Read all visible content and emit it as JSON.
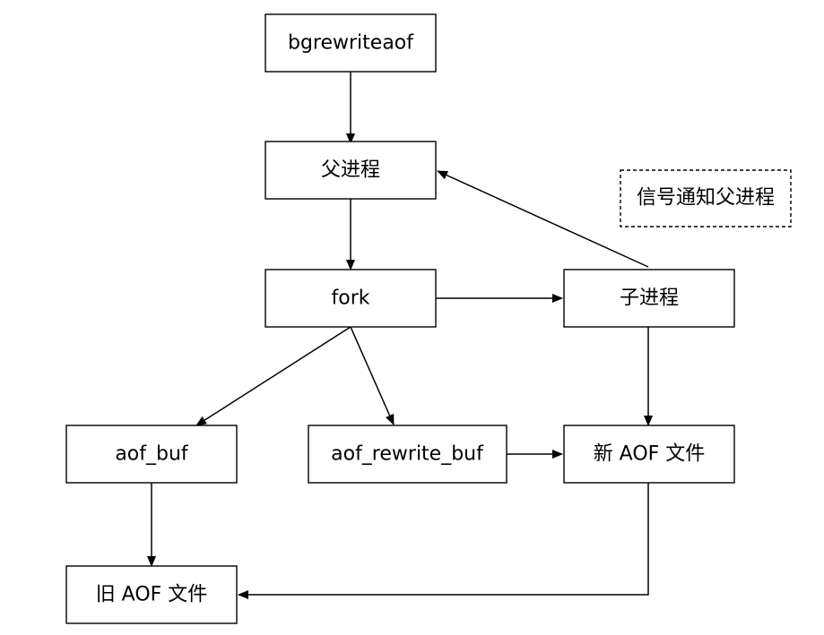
{
  "nodes": {
    "bgrewriteaof": "bgrewriteaof",
    "parent": "父进程",
    "fork": "fork",
    "child": "子进程",
    "aof_buf": "aof_buf",
    "aof_rewrite_buf": "aof_rewrite_buf",
    "new_aof": "新 AOF 文件",
    "old_aof": "旧 AOF 文件"
  },
  "annotation": "信号通知父进程",
  "edges": [
    {
      "from": "bgrewriteaof",
      "to": "parent"
    },
    {
      "from": "parent",
      "to": "fork"
    },
    {
      "from": "fork",
      "to": "child"
    },
    {
      "from": "fork",
      "to": "aof_buf"
    },
    {
      "from": "fork",
      "to": "aof_rewrite_buf"
    },
    {
      "from": "child",
      "to": "parent"
    },
    {
      "from": "child",
      "to": "new_aof"
    },
    {
      "from": "aof_rewrite_buf",
      "to": "new_aof"
    },
    {
      "from": "aof_buf",
      "to": "old_aof"
    },
    {
      "from": "new_aof",
      "to": "old_aof"
    }
  ]
}
